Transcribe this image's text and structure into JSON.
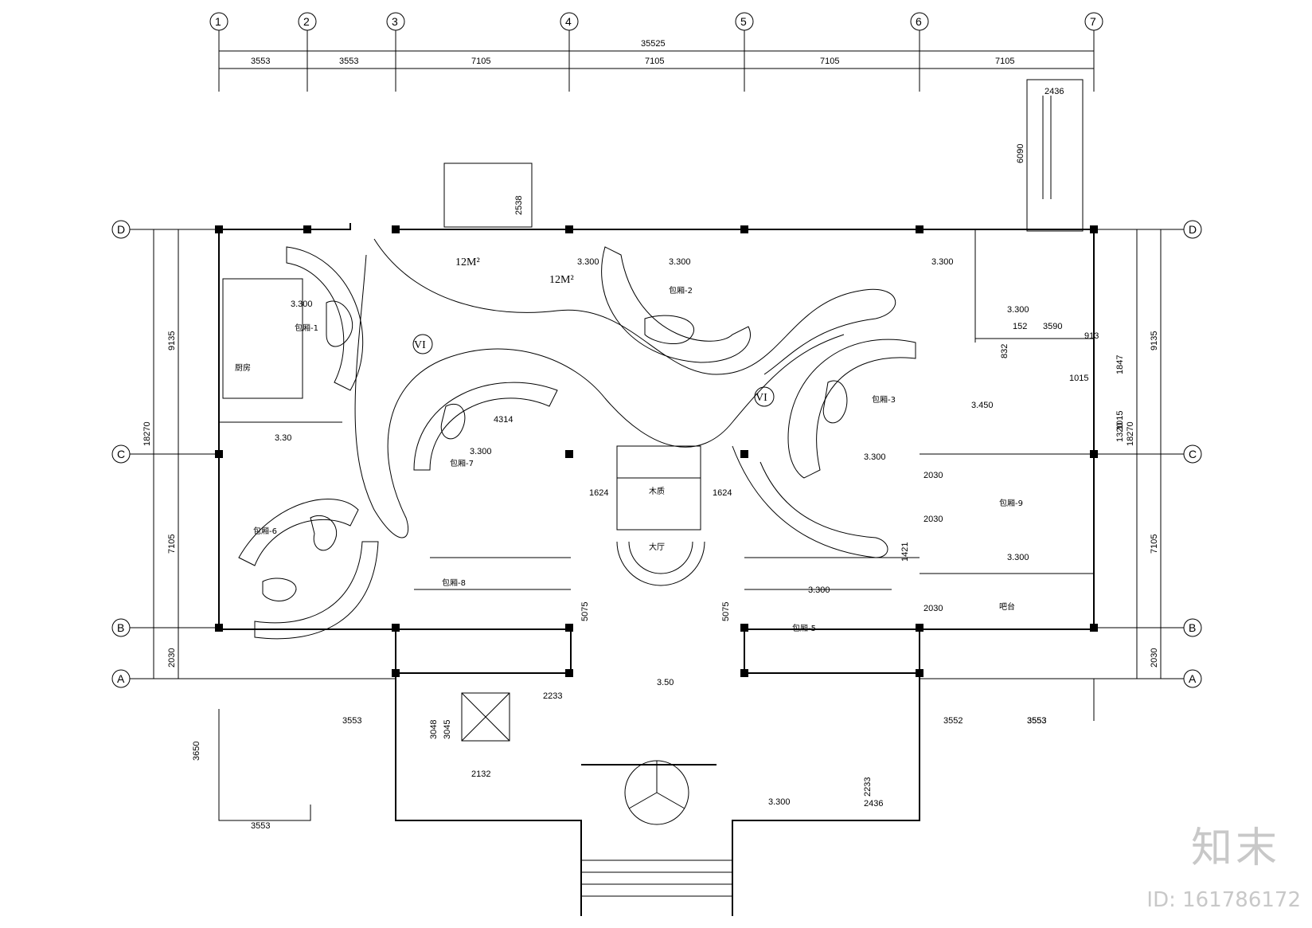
{
  "grid": {
    "columns": [
      "1",
      "2",
      "3",
      "4",
      "5",
      "6",
      "7"
    ],
    "rows": [
      "D",
      "C",
      "B",
      "A"
    ]
  },
  "dimensions": {
    "total_top": "35525",
    "top_segments": [
      "3553",
      "3553",
      "7105",
      "7105",
      "7105",
      "7105"
    ],
    "left_total": "18270",
    "left_segments": [
      "9135",
      "7105",
      "2030"
    ],
    "right_total": "18270",
    "right_segments": [
      "9135",
      "7105",
      "2030"
    ],
    "stair_width": "2436",
    "stair_height": "6090",
    "stair2_height": "2538",
    "misc": [
      "1624",
      "1624",
      "5075",
      "5075",
      "2233",
      "3553",
      "3553",
      "3552",
      "3553",
      "3650",
      "3553",
      "3048",
      "3045",
      "2132",
      "2436",
      "2233",
      "4314",
      "1421",
      "2030",
      "2030",
      "2030",
      "3590",
      "1015",
      "1015",
      "1320",
      "1847",
      "152",
      "913",
      "832"
    ]
  },
  "labels": {
    "area1": "12M²",
    "area2": "12M²",
    "vip1": "VI",
    "vip2": "VI",
    "wood_floor": "木质",
    "hall": "大厅",
    "room1": "包厢-1",
    "room2": "包厢-2",
    "room3": "包厢-3",
    "room5": "包厢-5",
    "room6": "包厢-6",
    "room7": "包厢-7",
    "room8": "包厢-8",
    "room9": "包厢-9",
    "kitchen": "厨房",
    "bar": "吧台"
  },
  "levels": [
    "3.300",
    "3.300",
    "3.300",
    "3.300",
    "3.300",
    "3.300",
    "3.450",
    "3.300",
    "3.300",
    "3.300",
    "3.300",
    "3.30",
    "3.50"
  ],
  "watermark": {
    "brand": "知末",
    "id": "ID: 161786172"
  },
  "colors": {
    "line": "#000000",
    "watermark": "#c8c8c8",
    "background": "#ffffff"
  }
}
